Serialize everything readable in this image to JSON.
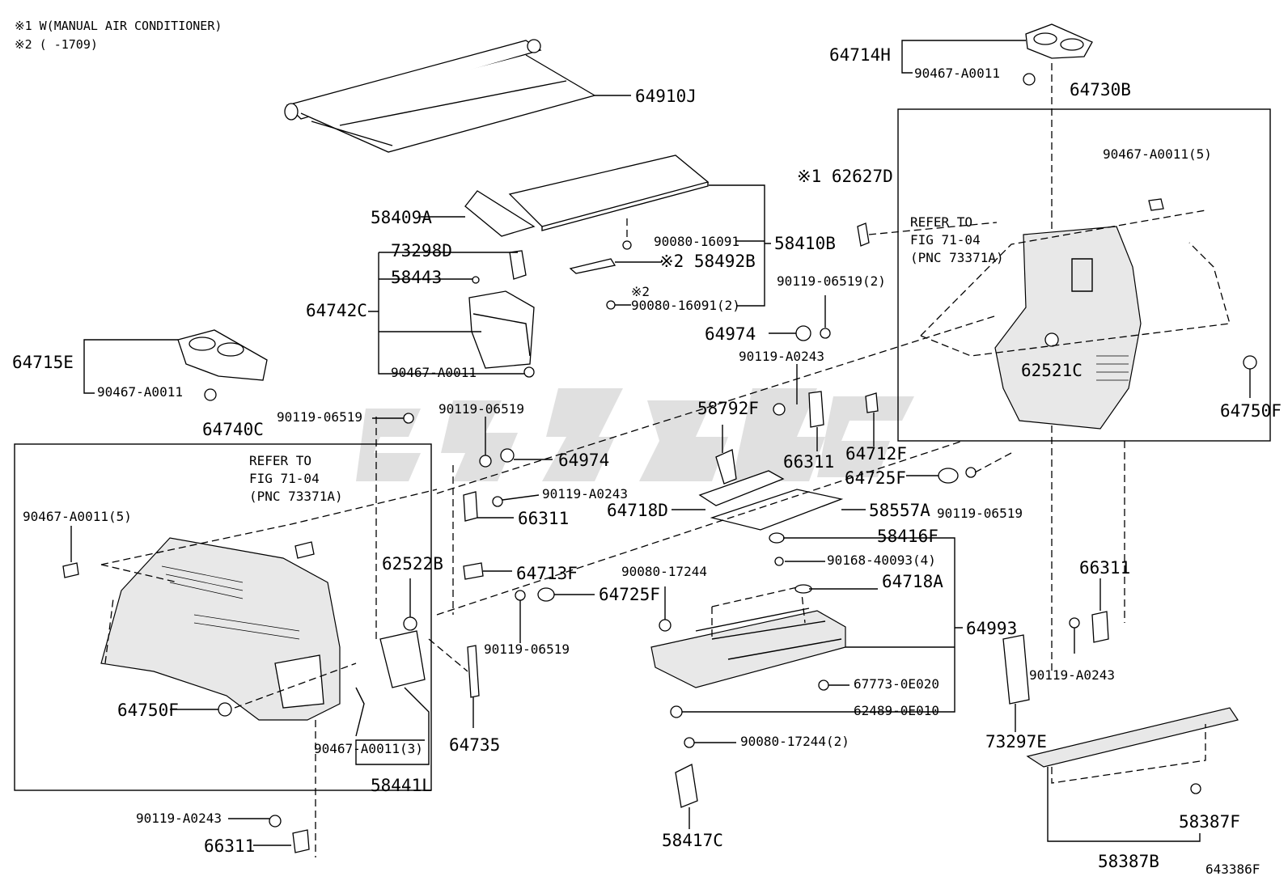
{
  "notes": {
    "note1": "※1 W(MANUAL AIR CONDITIONER)",
    "note2": "※2 (      -1709)"
  },
  "refer_left": {
    "line1": "REFER TO",
    "line2": "FIG 71-04",
    "line3": "(PNC 73371A)"
  },
  "refer_right": {
    "line1": "REFER TO",
    "line2": "FIG 71-04",
    "line3": "(PNC 73371A)"
  },
  "parts": {
    "p64714H": "64714H",
    "p90467_a": "90467-A0011",
    "p64730B": "64730B",
    "p64910J": "64910J",
    "p62627D": "※1 62627D",
    "p90467_5r": "90467-A0011(5)",
    "p58409A": "58409A",
    "p90080_16091": "90080-16091",
    "p58410B": "58410B",
    "p73298D": "73298D",
    "p58492B": "※2 58492B",
    "p58443": "58443",
    "p64742C": "64742C",
    "p_mark2": "※2",
    "p90080_16091_2": "90080-16091(2)",
    "p90119_06519_2": "90119-06519(2)",
    "p64974_a": "64974",
    "p90119_A0243_a": "90119-A0243",
    "p62521C": "62521C",
    "p64750F_r": "64750F",
    "p64715E": "64715E",
    "p90467_b": "90467-A0011",
    "p90467_c": "90467-A0011",
    "p90119_06519_a": "90119-06519",
    "p90119_06519_b": "90119-06519",
    "p64740C": "64740C",
    "p58792F": "58792F",
    "p66311_a": "66311",
    "p64712F": "64712F",
    "p64974_b": "64974",
    "p90119_A0243_b": "90119-A0243",
    "p66311_b": "66311",
    "p64725F_a": "64725F",
    "p90119_06519_c": "90119-06519",
    "p64718D": "64718D",
    "p58557A": "58557A",
    "p90467_5l": "90467-A0011(5)",
    "p58416F": "58416F",
    "p90168_40093": "90168-40093(4)",
    "p62522B": "62522B",
    "p64713F": "64713F",
    "p90080_17244": "90080-17244",
    "p64718A": "64718A",
    "p64725F_b": "64725F",
    "p66311_c": "66311",
    "p64993": "64993",
    "p90119_06519_d": "90119-06519",
    "p90119_A0243_c": "90119-A0243",
    "p67773": "67773-0E020",
    "p64750F_l": "64750F",
    "p62489": "62489-0E010",
    "p73297E": "73297E",
    "p90467_3": "90467-A0011(3)",
    "p64735": "64735",
    "p90080_17244_2": "90080-17244(2)",
    "p58441L": "58441L",
    "p58387F": "58387F",
    "p90119_A0243_d": "90119-A0243",
    "p66311_d": "66311",
    "p58417C": "58417C",
    "p58387B": "58387B",
    "p643386F": "643386F"
  }
}
